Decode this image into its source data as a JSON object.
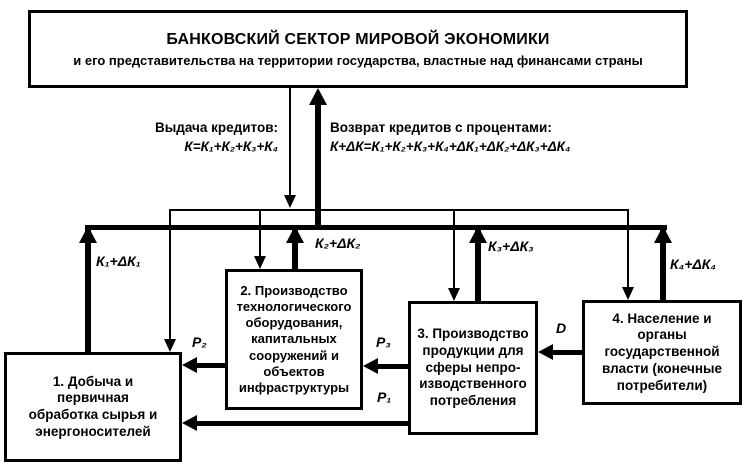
{
  "bank": {
    "title": "БАНКОВСКИЙ СЕКТОР МИРОВОЙ ЭКОНОМИКИ",
    "subtitle": "и его представительства на территории государства, властные над финансами страны"
  },
  "credit_issue": {
    "label": "Выдача кредитов:",
    "formula": "К=К₁+К₂+К₃+К₄"
  },
  "credit_return": {
    "label": "Возврат кредитов с процентами:",
    "formula": "К+ΔК=К₁+К₂+К₃+К₄+ΔК₁+ΔК₂+ΔК₃+ΔК₄"
  },
  "flows": {
    "k1": "К₁+ΔК₁",
    "k2": "К₂+ΔК₂",
    "k3": "К₃+ΔК₃",
    "k4": "К₄+ΔК₄",
    "p1": "Р₁",
    "p2": "Р₂",
    "p3": "Р₃",
    "d": "D"
  },
  "sectors": [
    {
      "text": "1. Добыча и\nпервичная\nобработка сырья и\nэнергоносителей"
    },
    {
      "text": "2. Производство\nтехнологического\nоборудования,\nкапитальных\nсооружений и\nобъектов\nинфраструктуры"
    },
    {
      "text": "3. Производство\nпродукции для\nсферы непро-\nизводственного\nпотребления"
    },
    {
      "text": "4. Население и\nорганы\nгосударственной\nвласти (конечные\nпотребители)"
    }
  ],
  "colors": {
    "ink": "#000000",
    "background": "#ffffff"
  }
}
